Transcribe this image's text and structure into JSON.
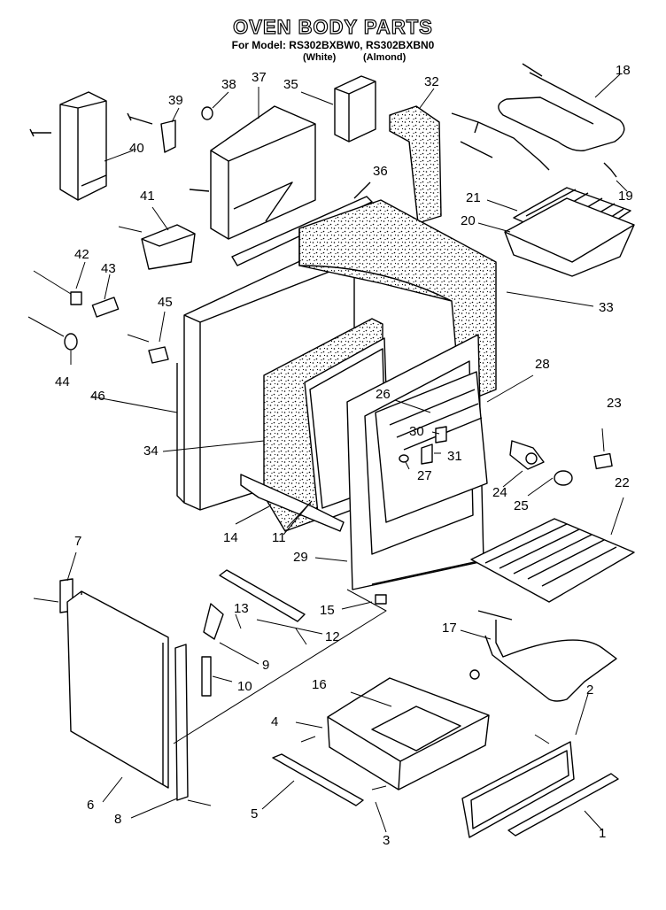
{
  "header": {
    "title": "OVEN BODY PARTS",
    "model_line": "For Model: RS302BXBW0, RS302BXBN0",
    "variant_white": "(White)",
    "variant_almond": "(Almond)"
  },
  "callouts": {
    "c1": "1",
    "c2": "2",
    "c3": "3",
    "c4": "4",
    "c5": "5",
    "c6": "6",
    "c7": "7",
    "c8": "8",
    "c9": "9",
    "c10": "10",
    "c11": "11",
    "c12": "12",
    "c13": "13",
    "c14": "14",
    "c15": "15",
    "c16": "16",
    "c17": "17",
    "c18": "18",
    "c19": "19",
    "c20": "20",
    "c21": "21",
    "c22": "22",
    "c23": "23",
    "c24": "24",
    "c25": "25",
    "c26": "26",
    "c27": "27",
    "c28": "28",
    "c29": "29",
    "c30": "30",
    "c31": "31",
    "c32": "32",
    "c33": "33",
    "c34": "34",
    "c35": "35",
    "c36": "36",
    "c37": "37",
    "c38": "38",
    "c39": "39",
    "c40": "40",
    "c41": "41",
    "c42": "42",
    "c43": "43",
    "c44": "44",
    "c45": "45",
    "c46": "46"
  }
}
